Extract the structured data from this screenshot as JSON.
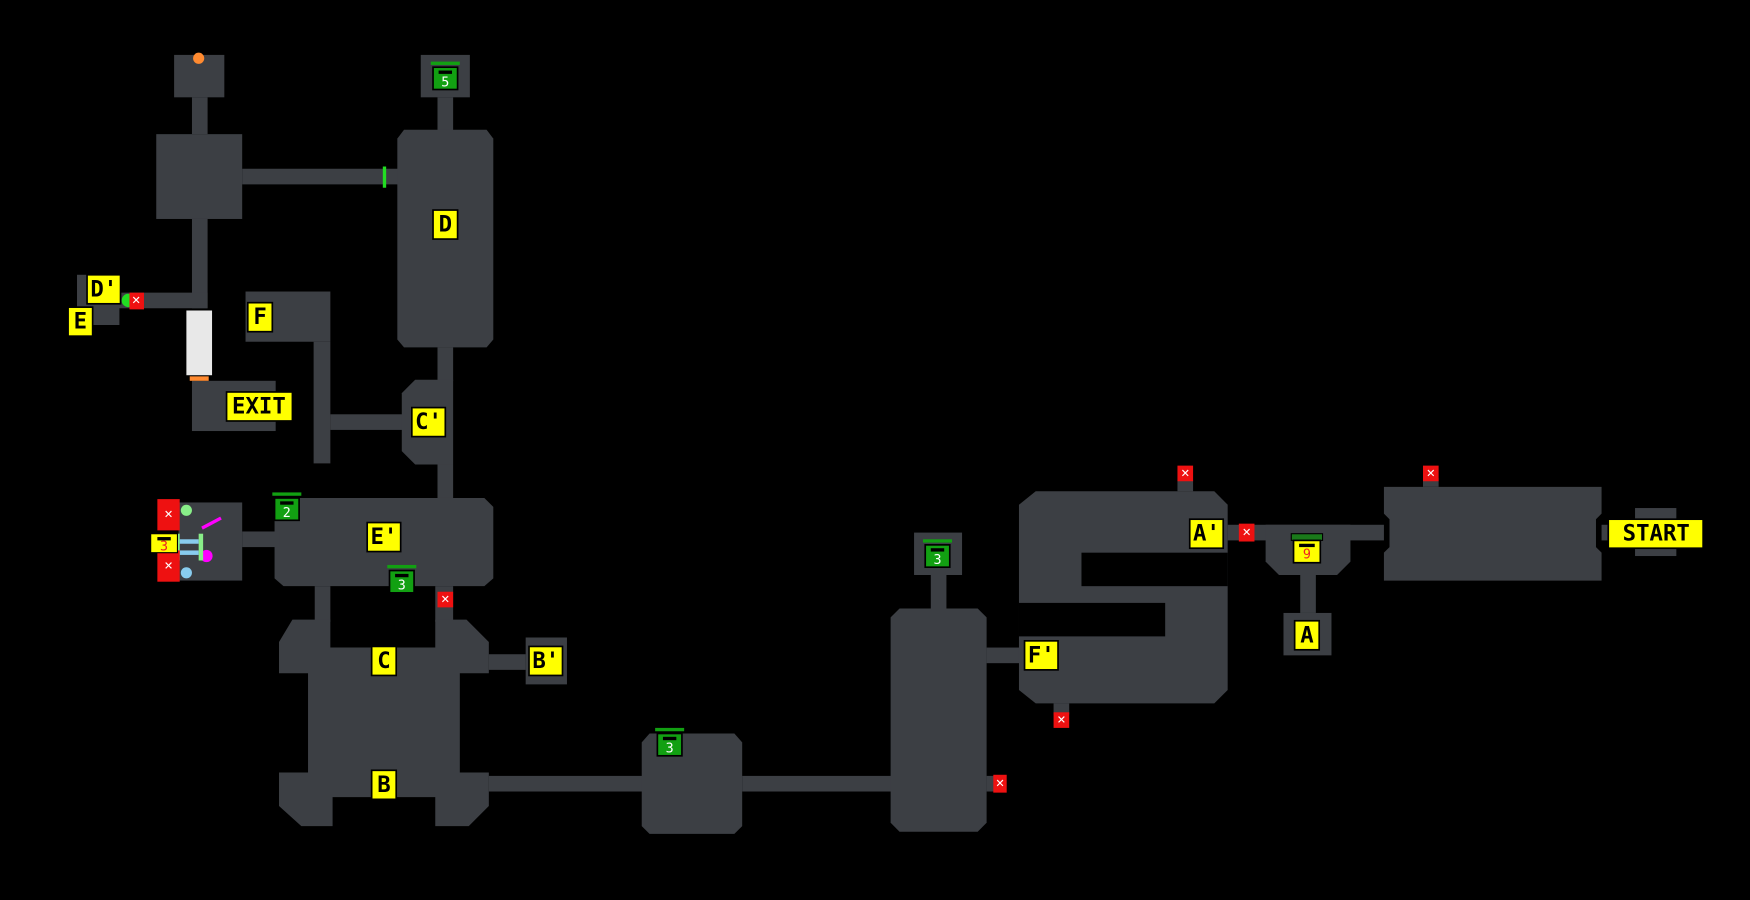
{
  "map": {
    "labels": {
      "start": "START",
      "a": "A",
      "a_prime": "A'",
      "b": "B",
      "b_prime": "B'",
      "c": "C",
      "c_prime": "C'",
      "d": "D",
      "d_prime": "D'",
      "e": "E",
      "e_prime": "E'",
      "f": "F",
      "f_prime": "F'",
      "exit": "EXIT"
    },
    "chests": {
      "top": "5",
      "e_room_left": "2",
      "e_room_bottom": "3",
      "middle": "3",
      "f_room": "3",
      "a_room": "9",
      "left_gate": "3"
    },
    "blocked_marker": "✕",
    "colors": {
      "floor": "#3c3f44",
      "label": "#ffff00",
      "chest": "#12a012",
      "blocked": "#ee1111",
      "a_chest": "#ffff00"
    }
  }
}
